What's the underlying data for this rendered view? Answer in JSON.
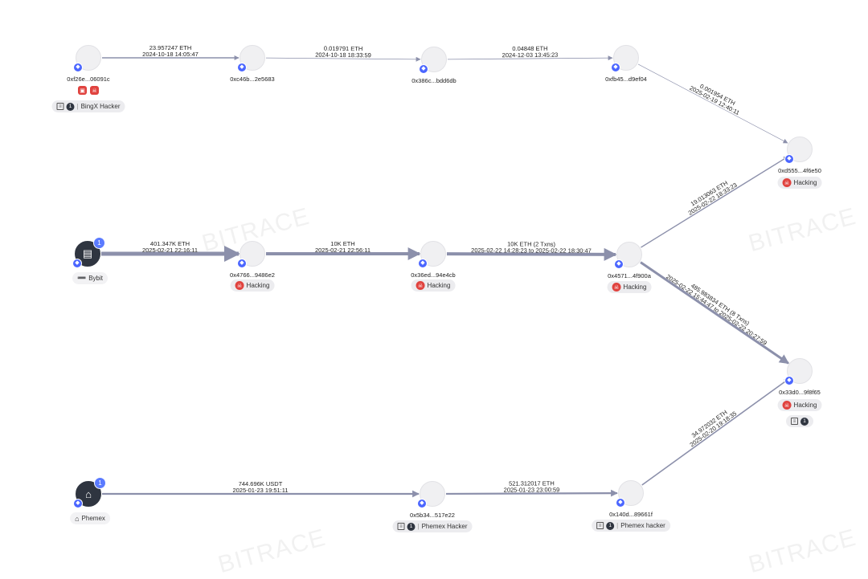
{
  "watermark": "BITRACE",
  "nodes": {
    "n1": {
      "address": "0xf26e...06091c",
      "tag": "BingX Hacker",
      "doc_count": "1"
    },
    "n2": {
      "address": "0xc46b...2e5683"
    },
    "n3": {
      "address": "0x386c...bdd6db"
    },
    "n4": {
      "address": "0xfb45...d9ef04"
    },
    "n5": {
      "address": "0xd555...4f6e50",
      "tag": "Hacking"
    },
    "b1": {
      "label": "Bybit",
      "badge_count": "1"
    },
    "b2": {
      "address": "0x4766...9486e2",
      "tag": "Hacking"
    },
    "b3": {
      "address": "0x36ed...94e4cb",
      "tag": "Hacking"
    },
    "b4": {
      "address": "0x4571...4f900a",
      "tag": "Hacking"
    },
    "b5": {
      "address": "0x33d0...9f8f65",
      "tag": "Hacking",
      "doc_count": "1"
    },
    "p1": {
      "label": "Phemex",
      "badge_count": "1"
    },
    "p2": {
      "address": "0x5b34...517e22",
      "tag": "Phemex Hacker",
      "doc_count": "1"
    },
    "p3": {
      "address": "0x140d...89661f",
      "tag": "Phemex hacker",
      "doc_count": "1"
    }
  },
  "edges": [
    {
      "id": "e1",
      "from": "n1",
      "to": "n2",
      "amount": "23.957247 ETH",
      "time": "2024-10-18 14:05:47"
    },
    {
      "id": "e2",
      "from": "n2",
      "to": "n3",
      "amount": "0.019791 ETH",
      "time": "2024-10-18 18:33:59"
    },
    {
      "id": "e3",
      "from": "n3",
      "to": "n4",
      "amount": "0.04848 ETH",
      "time": "2024-12-03 13:45:23"
    },
    {
      "id": "e4",
      "from": "n4",
      "to": "n5",
      "amount": "0.001954 ETH",
      "time": "2025-02-19 12:40:11"
    },
    {
      "id": "e5",
      "from": "b1",
      "to": "b2",
      "amount": "401.347K ETH",
      "time": "2025-02-21 22:16:11"
    },
    {
      "id": "e6",
      "from": "b2",
      "to": "b3",
      "amount": "10K ETH",
      "time": "2025-02-21 22:56:11"
    },
    {
      "id": "e7",
      "from": "b3",
      "to": "b4",
      "amount": "10K ETH (2 Txns)",
      "time": "2025-02-22 14:28:23 to 2025-02-22 18:30:47"
    },
    {
      "id": "e8",
      "from": "b4",
      "to": "n5",
      "amount": "19.013063 ETH",
      "time": "2025-02-22 18:33:23"
    },
    {
      "id": "e9",
      "from": "b4",
      "to": "b5",
      "amount": "485.983834 ETH (8 Txns)",
      "time": "2025-02-22 15:44:47 to 2025-02-22 20:27:59"
    },
    {
      "id": "e10",
      "from": "p1",
      "to": "p2",
      "amount": "744.696K USDT",
      "time": "2025-01-23 19:51:11"
    },
    {
      "id": "e11",
      "from": "p2",
      "to": "p3",
      "amount": "521.312017 ETH",
      "time": "2025-01-23 23:00:59"
    },
    {
      "id": "e12",
      "from": "p3",
      "to": "b5",
      "amount": "34.972032 ETH",
      "time": "2025-02-20 19:18:35"
    }
  ],
  "colors": {
    "edge": "#8c90ab",
    "tag_red": "#e0423e",
    "node_dark": "#2f3540",
    "eth_blue": "#4b66ff"
  }
}
